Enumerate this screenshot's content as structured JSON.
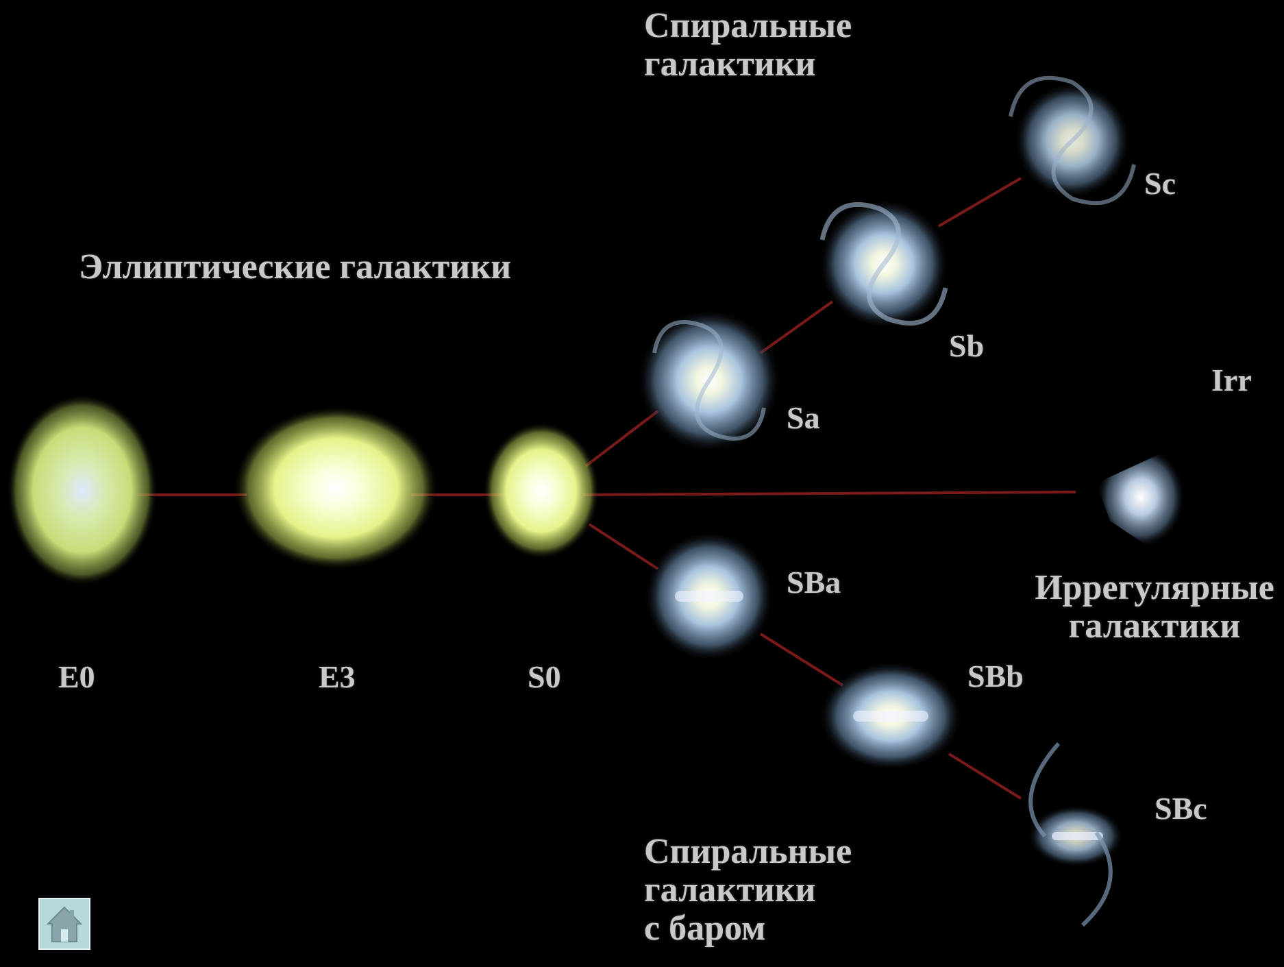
{
  "diagram": {
    "groups": {
      "spiral": [
        "Спиральные",
        "галактики"
      ],
      "elliptical": "Эллиптические галактики",
      "irregular": [
        "Иррегулярные",
        "галактики"
      ],
      "barred": [
        "Спиральные",
        "галактики",
        "с баром"
      ]
    },
    "classes": {
      "E0": "E0",
      "E3": "E3",
      "S0": "S0",
      "Sa": "Sa",
      "Sb": "Sb",
      "Sc": "Sc",
      "Irr": "Irr",
      "SBa": "SBa",
      "SBb": "SBb",
      "SBc": "SBc"
    },
    "colors": {
      "background": "#000000",
      "connector": "#7a1a1a",
      "elliptical_glow": "#e8f59a",
      "spiral_glow": "#c8dcf0",
      "label": "#c9c9c9"
    }
  },
  "nav": {
    "home_icon": "home-icon"
  }
}
